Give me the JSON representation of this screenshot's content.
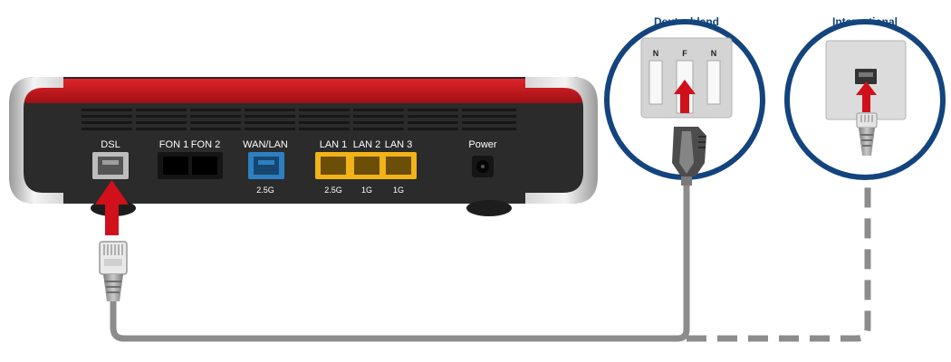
{
  "router": {
    "ports": {
      "dsl": "DSL",
      "fon1": "FON 1",
      "fon2": "FON 2",
      "wanlan": "WAN/LAN",
      "lan1": "LAN 1",
      "lan2": "LAN 2",
      "lan3": "LAN 3",
      "power": "Power"
    },
    "speeds": {
      "wanlan": "2.5G",
      "lan1": "2.5G",
      "lan2": "1G",
      "lan3": "1G"
    }
  },
  "sockets": {
    "germany": {
      "title": "Deutschland",
      "slots": [
        "N",
        "F",
        "N"
      ]
    },
    "international": {
      "title": "International"
    }
  },
  "colors": {
    "router_red": "#c8161d",
    "router_body": "#2b2b2b",
    "port_yellow": "#f2b318",
    "port_blue": "#2d7fc1",
    "circle_blue": "#13447e",
    "arrow_red": "#d0111b",
    "cable_gray": "#8c8c8c"
  }
}
